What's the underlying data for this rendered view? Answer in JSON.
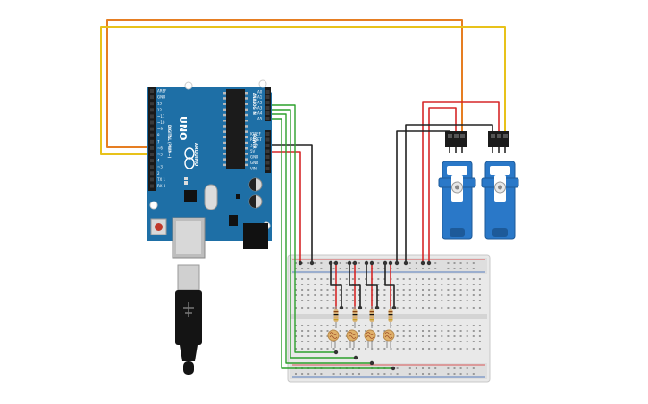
{
  "board": {
    "model": "UNO",
    "brand": "ARDUINO",
    "digital_header_label": "DIGITAL (PWM~)",
    "analog_header_label": "ANALOG IN",
    "power_header_label": "POWER",
    "digital_pins": [
      "AREF",
      "GND",
      "13",
      "12",
      "~11",
      "~10",
      "~9",
      "8",
      "7",
      "~6",
      "~5",
      "4",
      "~3",
      "2",
      "TX 1",
      "RX 0"
    ],
    "analog_pins": [
      "A0",
      "A1",
      "A2",
      "A3",
      "A4",
      "A5"
    ],
    "power_pins": [
      "IOREF",
      "RESET",
      "3.3V",
      "5V",
      "GND",
      "GND",
      "VIN"
    ],
    "led_labels": [
      "TX",
      "RX",
      "L",
      "ON"
    ]
  },
  "servos": [
    {
      "id": "servo-1"
    },
    {
      "id": "servo-2"
    }
  ],
  "photoresistors": [
    {
      "id": "ldr-1"
    },
    {
      "id": "ldr-2"
    },
    {
      "id": "ldr-3"
    },
    {
      "id": "ldr-4"
    }
  ],
  "resistors": [
    {
      "id": "r-1"
    },
    {
      "id": "r-2"
    },
    {
      "id": "r-3"
    },
    {
      "id": "r-4"
    }
  ],
  "wire_colors": {
    "power": "#d62728",
    "ground": "#222222",
    "signal_analog": "#2ca02c",
    "signal_servo_1": "#e67e22",
    "signal_servo_2": "#e8c21a"
  },
  "colors": {
    "board": "#1e6fa6",
    "board_dark": "#175a88",
    "servo_body": "#2a78c8",
    "breadboard": "#e9e9e9",
    "header": "#1a1a1a"
  }
}
